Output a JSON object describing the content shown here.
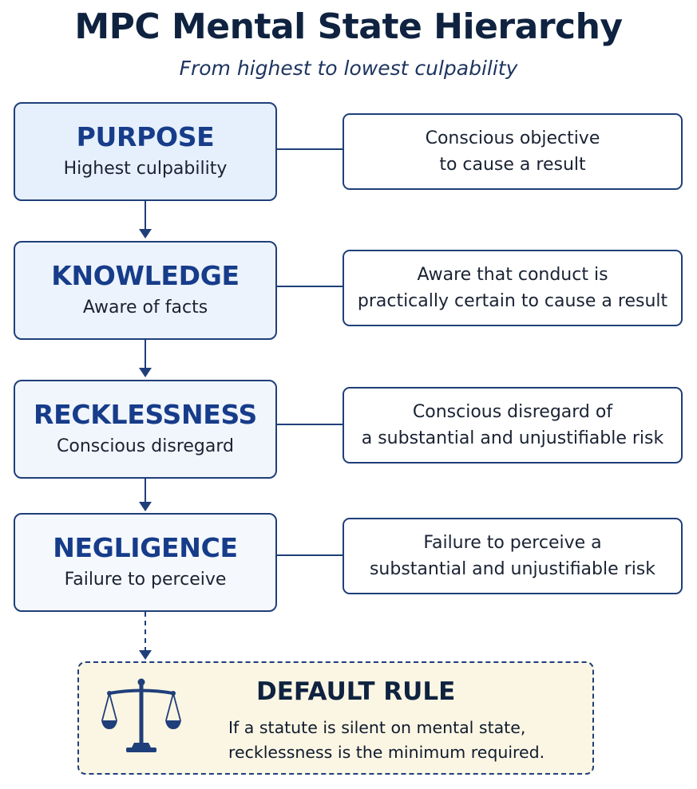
{
  "title": "MPC Mental State Hierarchy",
  "subtitle": "From highest to lowest culpability",
  "levels": [
    {
      "name": "PURPOSE",
      "subtitle": "Highest culpability",
      "description": "Conscious objective\nto cause a result"
    },
    {
      "name": "KNOWLEDGE",
      "subtitle": "Aware of facts",
      "description": "Aware that conduct is\npractically certain to cause a result"
    },
    {
      "name": "RECKLESSNESS",
      "subtitle": "Conscious disregard",
      "description": "Conscious disregard of\na substantial and unjustifiable risk"
    },
    {
      "name": "NEGLIGENCE",
      "subtitle": "Failure to perceive",
      "description": "Failure to perceive a\nsubstantial and unjustifiable risk"
    }
  ],
  "default_rule": {
    "title": "DEFAULT RULE",
    "text": "If a statute is silent on mental state,\nrecklessness is the minimum required.",
    "icon": "scales-of-justice-icon"
  },
  "colors": {
    "navy": "#1f3f7a",
    "heading": "#163c8a",
    "default_bg": "#fbf6e3"
  }
}
